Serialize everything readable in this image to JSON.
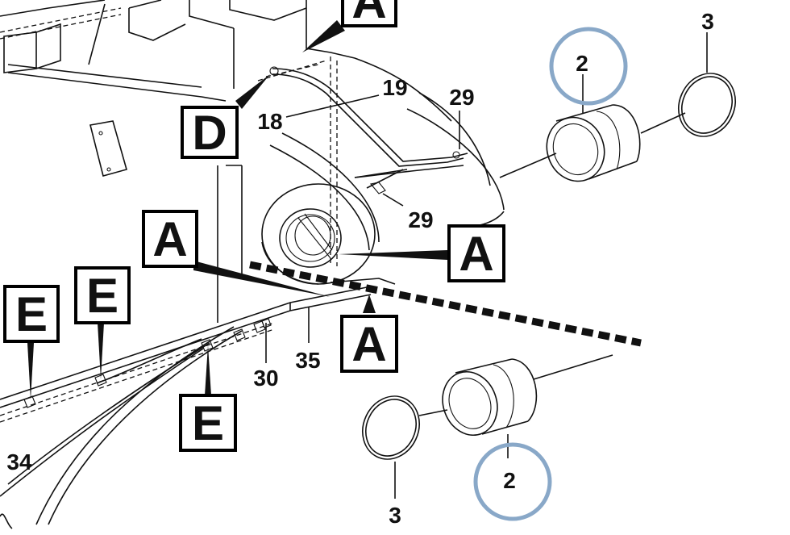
{
  "diagram": {
    "highlight_color": "#89a8c8",
    "part_numbers": {
      "p2_top": "2",
      "p2_bottom": "2",
      "p3_top": "3",
      "p3_bottom": "3",
      "p18": "18",
      "p19": "19",
      "p29_top": "29",
      "p29_bottom": "29",
      "p30": "30",
      "p34": "34",
      "p35": "35"
    },
    "reference_boxes": {
      "a_top": "A",
      "a_left": "A",
      "a_right": "A",
      "a_lower": "A",
      "d": "D",
      "e_left": "E",
      "e_mid": "E",
      "e_lower": "E"
    }
  }
}
